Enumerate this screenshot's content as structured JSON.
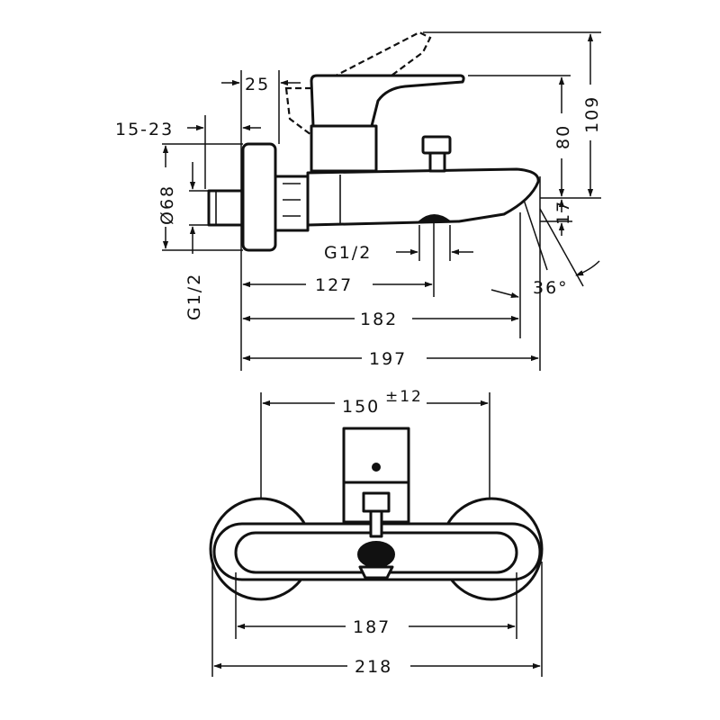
{
  "side_view": {
    "dim_25": "25",
    "dim_15_23": "15-23",
    "dim_d68": "Ø68",
    "dim_g12_vertical": "G1/2",
    "dim_g12_outlet": "G1/2",
    "dim_127": "127",
    "dim_182": "182",
    "dim_197": "197",
    "dim_109": "109",
    "dim_80": "80",
    "dim_17": "17",
    "dim_36": "36°"
  },
  "front_view": {
    "dim_150": "150",
    "dim_150_tol": "±12",
    "dim_187": "187",
    "dim_218": "218"
  }
}
